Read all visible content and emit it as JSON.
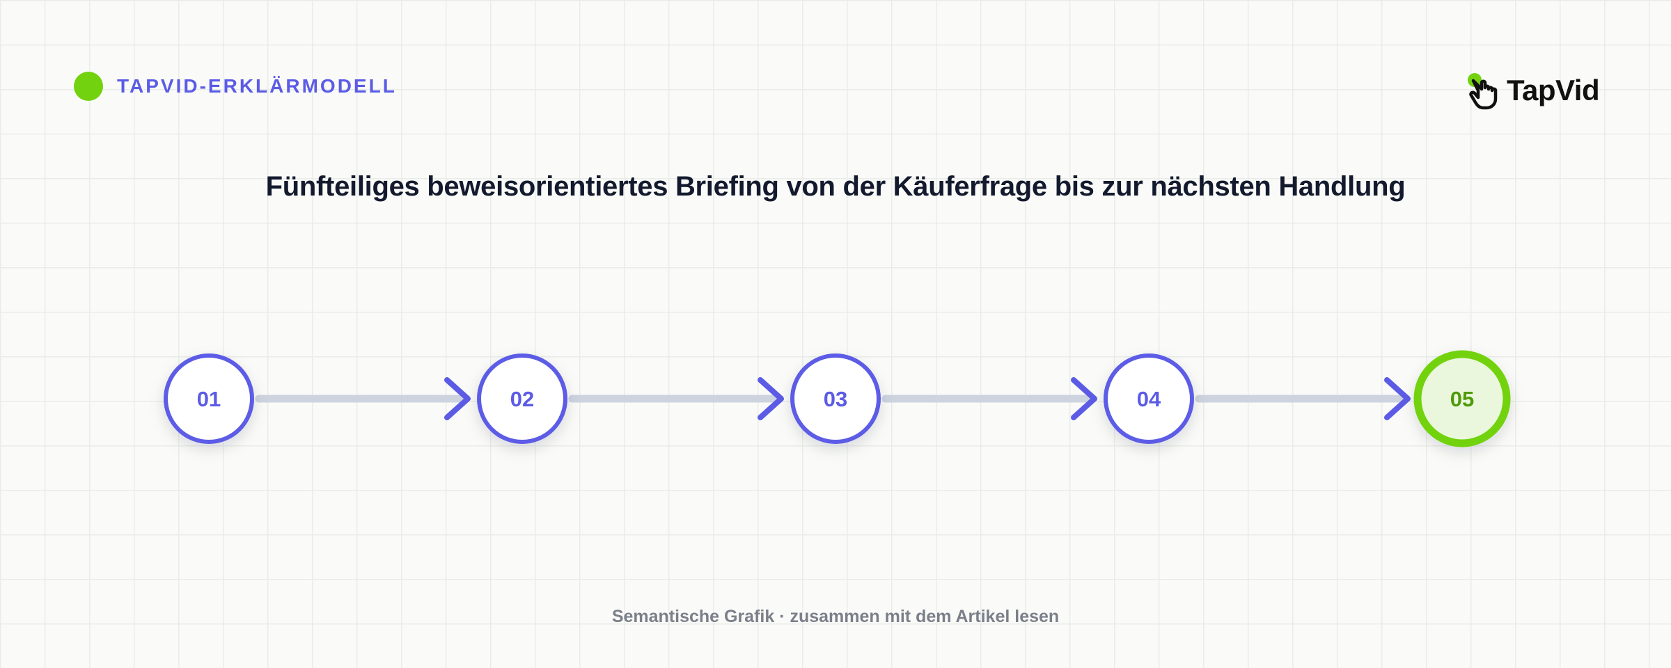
{
  "brand": {
    "tag": "TAPVID-ERKLÄRMODELL",
    "logo_text": "TapVid",
    "accent_color": "#5b5be6",
    "highlight_color": "#72d20f"
  },
  "title": "Fünfteiliges beweisorientiertes Briefing von der Käuferfrage bis zur nächsten Handlung",
  "steps": [
    {
      "label": "01",
      "highlighted": false
    },
    {
      "label": "02",
      "highlighted": false
    },
    {
      "label": "03",
      "highlighted": false
    },
    {
      "label": "04",
      "highlighted": false
    },
    {
      "label": "05",
      "highlighted": true
    }
  ],
  "colors": {
    "step_stroke": "#5b5be6",
    "step_fill": "#ffffff",
    "final_stroke": "#72d20f",
    "final_fill": "#eaf7dc",
    "final_text": "#4e9a0a",
    "connector": "#cdd3df",
    "arrowhead": "#5b5be6"
  },
  "caption": "Semantische Grafik · zusammen mit dem Artikel lesen"
}
